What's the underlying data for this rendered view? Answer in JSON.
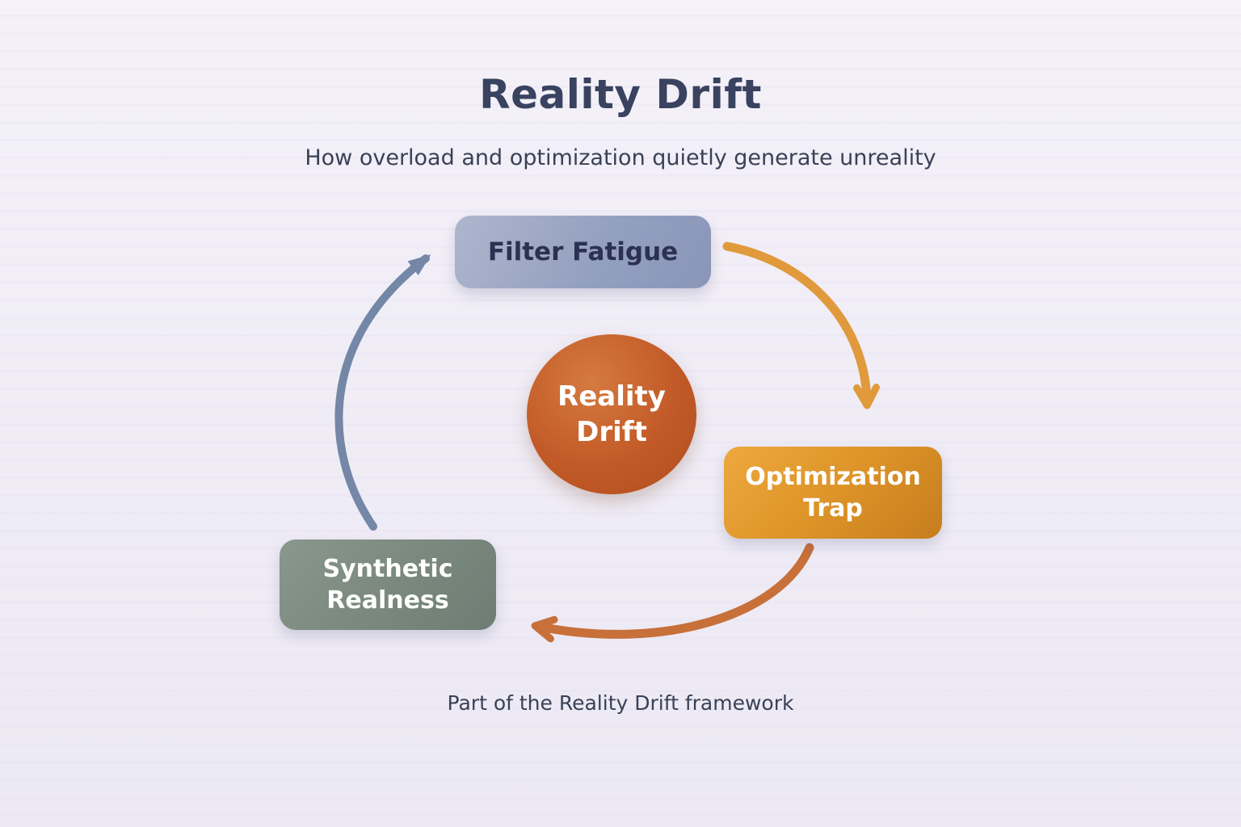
{
  "title": "Reality Drift",
  "subtitle": "How overload and optimization quietly generate unreality",
  "footer": "Part of the Reality Drift framework",
  "center": {
    "label": "Reality Drift"
  },
  "nodes": {
    "filter_fatigue": {
      "label": "Filter Fatigue"
    },
    "optimization_trap": {
      "label": "Optimization Trap"
    },
    "synthetic_realness": {
      "label": "Synthetic Realness"
    }
  },
  "cycle": [
    {
      "from": "Filter Fatigue",
      "to": "Optimization Trap"
    },
    {
      "from": "Optimization Trap",
      "to": "Synthetic Realness"
    },
    {
      "from": "Synthetic Realness",
      "to": "Filter Fatigue"
    }
  ],
  "colors": {
    "background": "#efecf6",
    "title_text": "#39425f",
    "subtitle_text": "#3a4156",
    "filter_fatigue_box": "#94a0c0",
    "filter_fatigue_text": "#2b3150",
    "optimization_trap_box": "#dd9428",
    "optimization_trap_text": "#ffffff",
    "synthetic_realness_box": "#7b897f",
    "synthetic_realness_text": "#ffffff",
    "center_circle": "#c25a27",
    "center_text": "#ffffff",
    "arrow_blue": "#7487a6",
    "arrow_orange": "#e09a3c",
    "arrow_dark_orange": "#c7703a"
  }
}
